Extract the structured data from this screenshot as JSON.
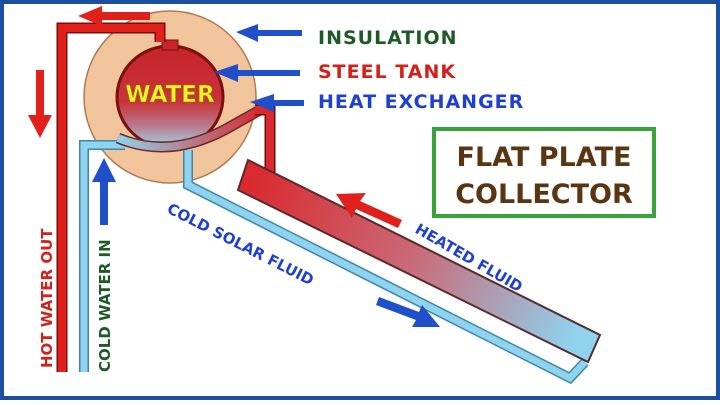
{
  "diagram": {
    "tank_label": "WATER",
    "callouts": {
      "insulation": "INSULATION",
      "steel_tank": "STEEL TANK",
      "heat_exchanger": "HEAT EXCHANGER"
    },
    "title_box": {
      "line1": "FLAT PLATE",
      "line2": "COLLECTOR"
    },
    "pipe_labels": {
      "hot_water_out": "HOT WATER OUT",
      "cold_water_in": "COLD WATER IN",
      "cold_solar_fluid": "COLD SOLAR FLUID",
      "heated_fluid": "HEATED FLUID"
    },
    "colors": {
      "frame": "#1d4fa0",
      "hot": "#e0201b",
      "cold": "#8fd3ef",
      "insulation": "#f2c49b",
      "tank": "#c9242a",
      "callout_arrow": "#1f4fc9",
      "label_green": "#1e5a28",
      "label_red": "#d3201b",
      "label_blue": "#1f3fd0",
      "water_text": "#f2f02a",
      "title_border": "#3aa23a",
      "title_text": "#5a3512"
    }
  }
}
